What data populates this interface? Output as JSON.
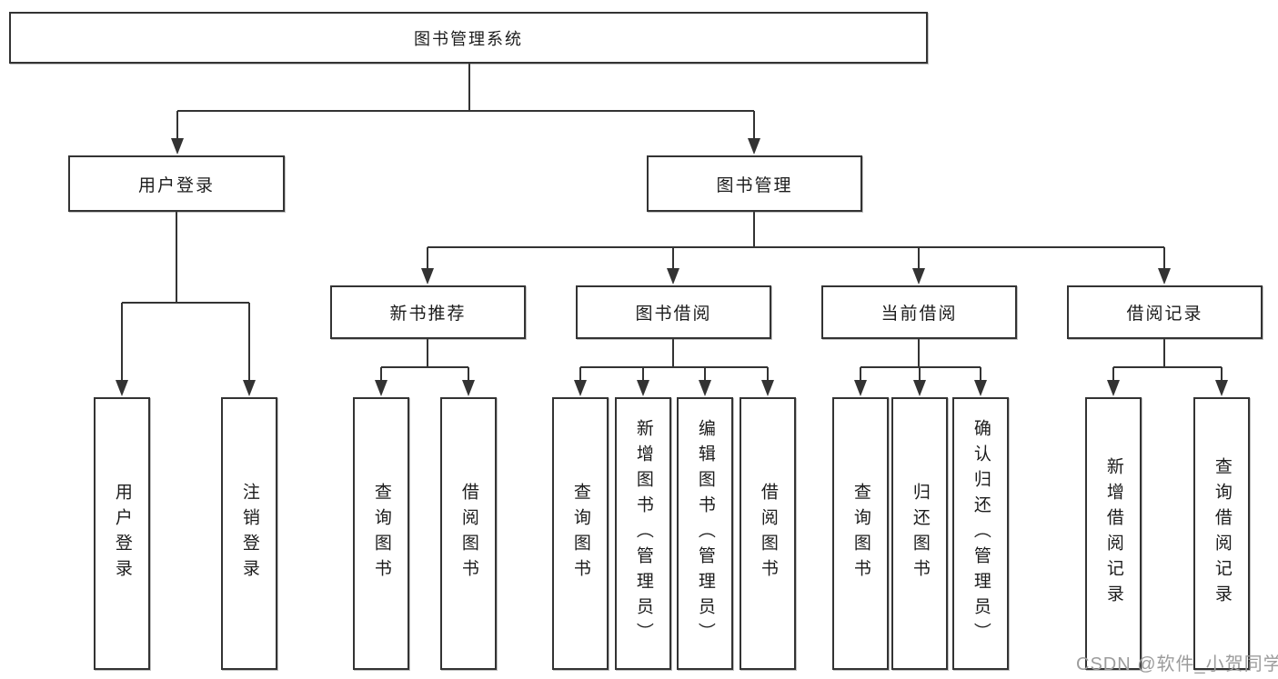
{
  "diagram": {
    "root": {
      "label": "图书管理系统"
    },
    "level2": [
      {
        "label": "用户登录"
      },
      {
        "label": "图书管理"
      }
    ],
    "level3": [
      {
        "label": "新书推荐"
      },
      {
        "label": "图书借阅"
      },
      {
        "label": "当前借阅"
      },
      {
        "label": "借阅记录"
      }
    ],
    "leaves": {
      "user_login": [
        "用户登录",
        "注销登录"
      ],
      "new_book_recommend": [
        "查询图书",
        "借阅图书"
      ],
      "book_borrow": [
        "查询图书",
        "新增图书（管理员）",
        "编辑图书（管理员）",
        "借阅图书"
      ],
      "current_borrow": [
        "查询图书",
        "归还图书",
        "确认归还（管理员）"
      ],
      "borrow_records": [
        "新增借阅记录",
        "查询借阅记录"
      ]
    }
  },
  "watermark": {
    "text": "CSDN @软件_小贺同学",
    "color": "#9c9c9c"
  },
  "colors": {
    "line": "#333333",
    "box_border": "#333333",
    "text": "#1c1c1c",
    "background": "#ffffff"
  }
}
